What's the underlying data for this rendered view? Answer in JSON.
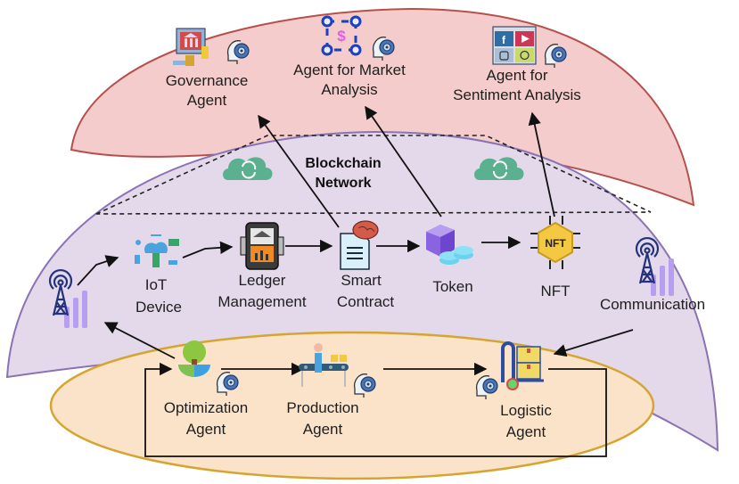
{
  "layers": {
    "top": {
      "name": "agent-layer",
      "fill": "#f3cccb",
      "stroke": "#b4514d"
    },
    "middle": {
      "name": "blockchain-layer",
      "fill": "#e3d9ea",
      "stroke": "#8a72b3"
    },
    "bottom": {
      "name": "production-layer",
      "fill": "#fbe3c9",
      "stroke": "#d6a431"
    }
  },
  "blockchain_network": {
    "line1": "Blockchain",
    "line2": "Network",
    "cloud_color": "#5bb08f"
  },
  "top_agents": [
    {
      "id": "governance",
      "line1": "Governance",
      "line2": "Agent",
      "icon": "governance-icon"
    },
    {
      "id": "market",
      "line1": "Agent for Market",
      "line2": "Analysis",
      "icon": "market-analysis-icon"
    },
    {
      "id": "sentiment",
      "line1": "Agent for",
      "line2": "Sentiment Analysis",
      "icon": "social-media-icon"
    }
  ],
  "blockchain_nodes": [
    {
      "id": "iot",
      "line1": "IoT",
      "line2": "Device",
      "icon": "iot-device-icon"
    },
    {
      "id": "ledger",
      "line1": "Ledger",
      "line2": "Management",
      "icon": "ledger-icon"
    },
    {
      "id": "contract",
      "line1": "Smart",
      "line2": "Contract",
      "icon": "smart-contract-icon"
    },
    {
      "id": "token",
      "line1": "Token",
      "line2": "",
      "icon": "token-icon"
    },
    {
      "id": "nft",
      "line1": "NFT",
      "line2": "",
      "icon": "nft-icon",
      "badge": "NFT"
    },
    {
      "id": "communication",
      "line1": "Communication",
      "line2": "",
      "icon": "antenna-icon"
    }
  ],
  "bottom_agents": [
    {
      "id": "optimization",
      "line1": "Optimization",
      "line2": "Agent",
      "icon": "optimization-icon"
    },
    {
      "id": "production",
      "line1": "Production",
      "line2": "Agent",
      "icon": "production-icon"
    },
    {
      "id": "logistic",
      "line1": "Logistic",
      "line2": "Agent",
      "icon": "logistic-icon"
    }
  ]
}
